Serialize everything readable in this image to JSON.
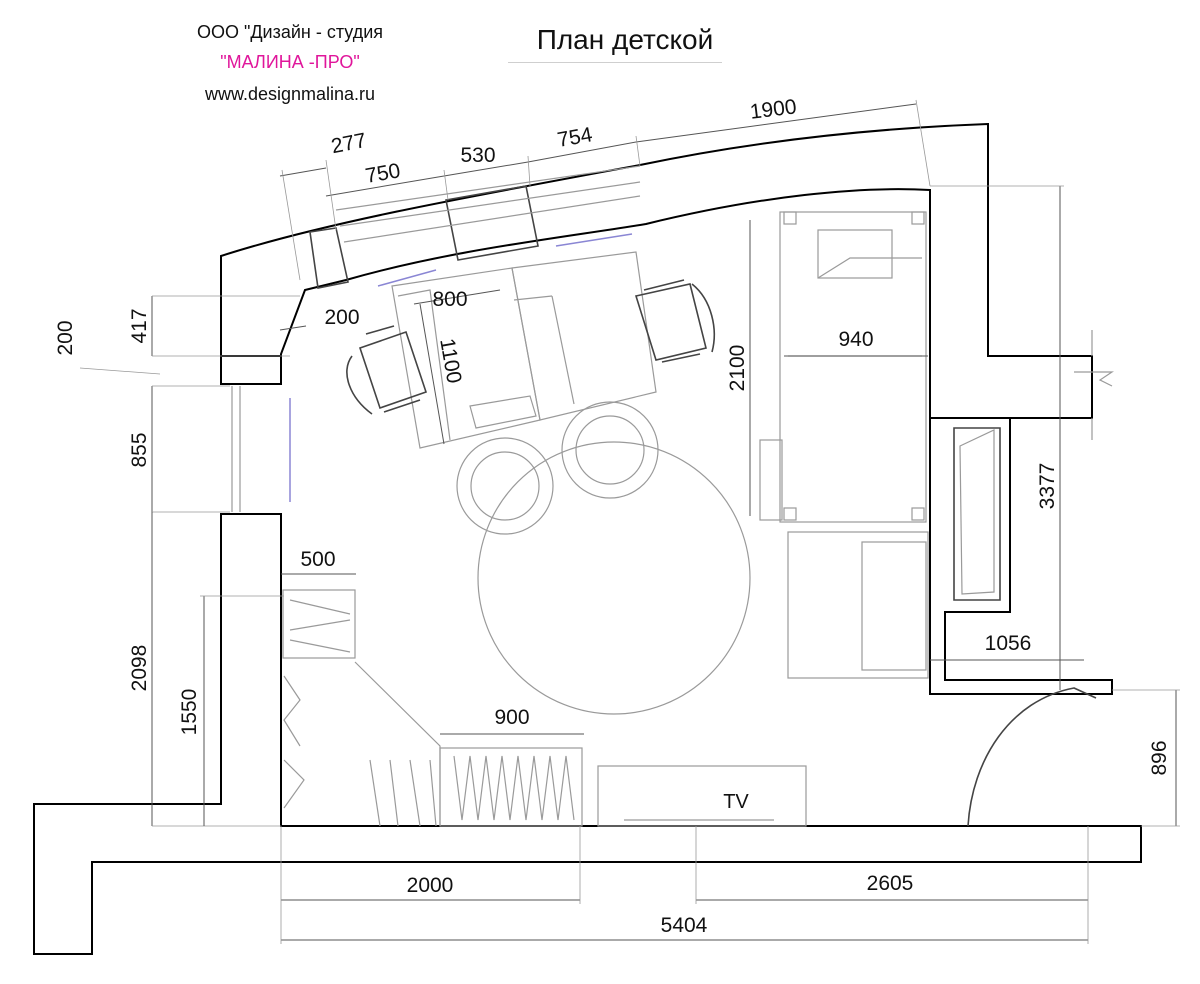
{
  "company": {
    "line1": "ООО \"Дизайн - студия",
    "line2": "\"МАЛИНА -ПРО\"",
    "line3": "www.designmalina.ru",
    "brand_color": "#e0169b"
  },
  "title": "План детской",
  "dimensions": {
    "d277": "277",
    "d750": "750",
    "d530": "530",
    "d754": "754",
    "d1900": "1900",
    "d200_top": "200",
    "d417": "417",
    "d200_left": "200",
    "d800": "800",
    "d1100": "1100",
    "d2100": "2100",
    "d940": "940",
    "d855": "855",
    "d3377": "3377",
    "d500": "500",
    "d2098": "2098",
    "d1550": "1550",
    "d1056": "1056",
    "d900": "900",
    "d896": "896",
    "d2000": "2000",
    "d2605": "2605",
    "d5404": "5404"
  },
  "labels": {
    "tv": "TV"
  }
}
